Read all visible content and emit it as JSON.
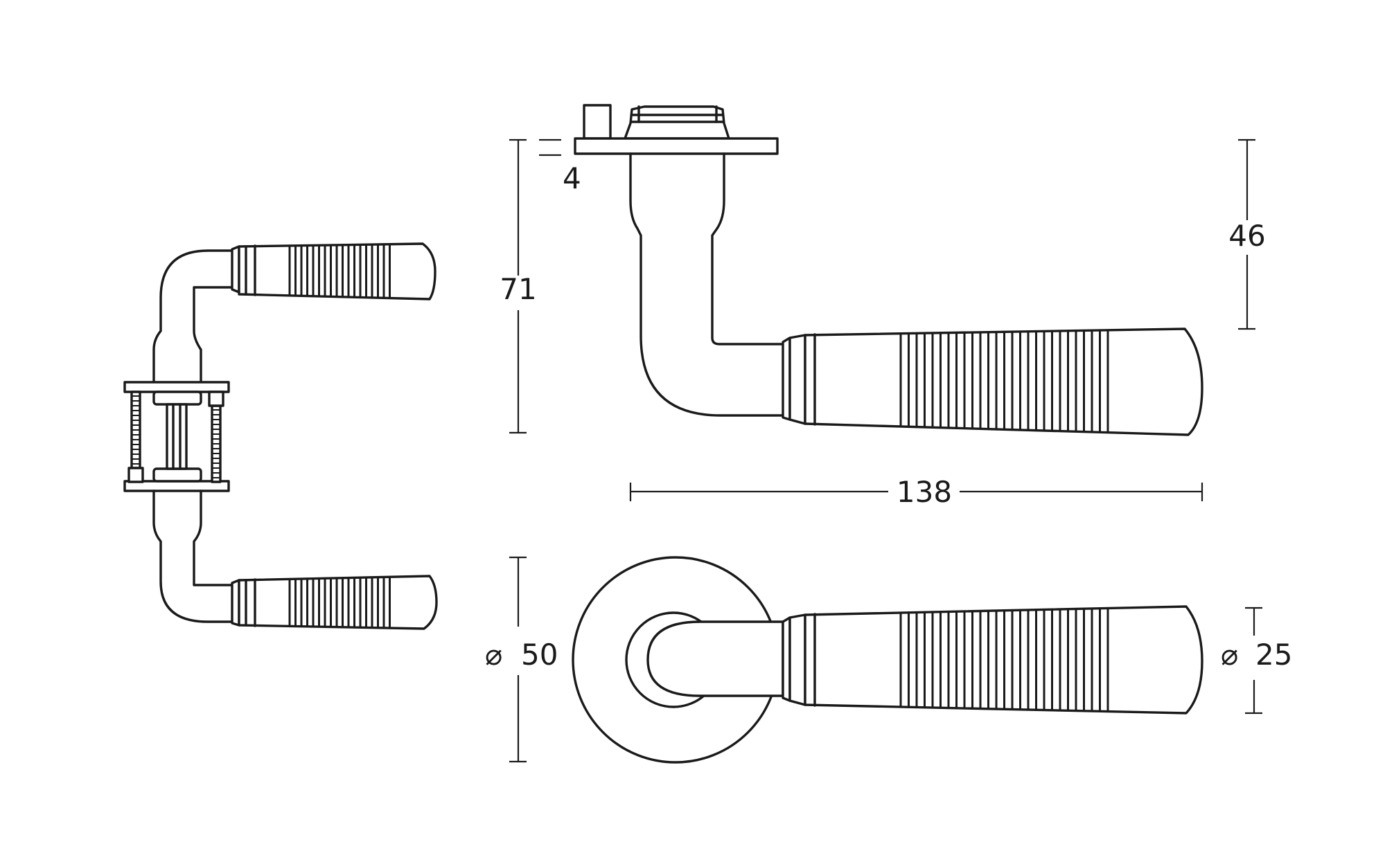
{
  "drawing": {
    "colors": {
      "line": "#1a1a1a",
      "background": "#ffffff"
    },
    "dimensions": {
      "rose_thickness": "4",
      "total_height": "71",
      "lever_height": "46",
      "lever_length": "138",
      "rose_diameter": "50",
      "grip_diameter": "25"
    },
    "diameter_symbol": "⌀"
  }
}
